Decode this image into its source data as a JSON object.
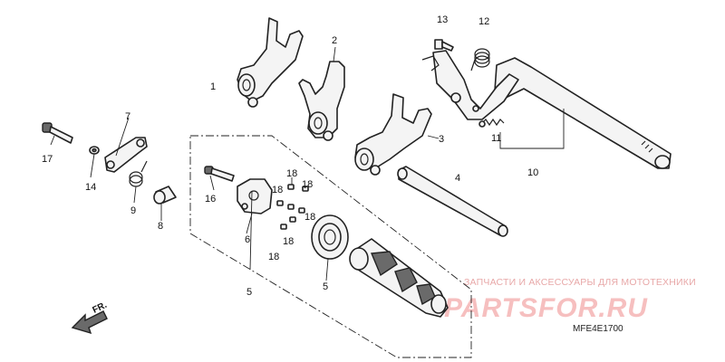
{
  "diagram": {
    "callouts": [
      "1",
      "2",
      "3",
      "4",
      "5",
      "5",
      "6",
      "7",
      "8",
      "9",
      "10",
      "11",
      "12",
      "13",
      "14",
      "16",
      "17",
      "18",
      "18",
      "18",
      "18",
      "18"
    ],
    "diagram_code": "MFE4E1700"
  },
  "watermark": {
    "caption": "ЗАПЧАСТИ И АКСЕССУАРЫ ДЛЯ МОТОТЕХНИКИ",
    "logo": "PARTSFOR.RU"
  },
  "direction_marker": {
    "label": "FR."
  }
}
